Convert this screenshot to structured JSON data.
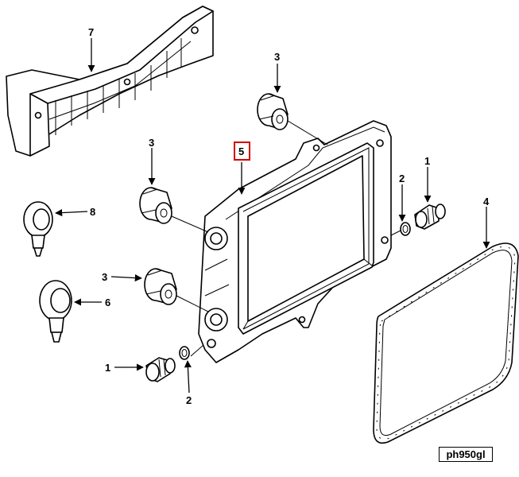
{
  "diagram": {
    "callouts": {
      "c7": "7",
      "c3_top": "3",
      "c3_mid": "3",
      "c3_low": "3",
      "c5": "5",
      "c2_right": "2",
      "c1_right": "1",
      "c4": "4",
      "c8": "8",
      "c6": "6",
      "c1_left": "1",
      "c2_left": "2"
    },
    "highlight_color": "#d40000",
    "reference_code": "ph950gl"
  }
}
